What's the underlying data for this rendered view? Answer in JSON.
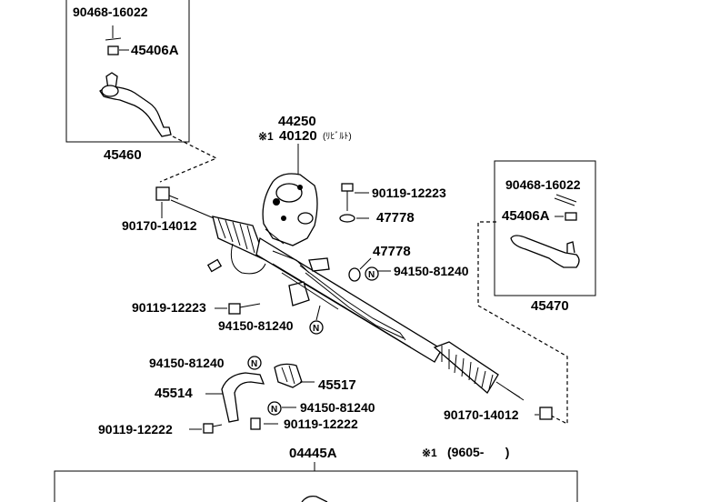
{
  "labels": {
    "tl_clip": "90468-16022",
    "tl_nut": "45406A",
    "tl_group": "45460",
    "gear_main": "44250",
    "gear_rebuilt_prefix": "※1",
    "gear_rebuilt": "40120",
    "gear_rebuilt_note": "(ﾘﾋﾞﾙﾄ)",
    "left_lock_nut": "90170-14012",
    "bolt_upper": "90119-12223",
    "washer_upper": "47778",
    "washer_mid": "47778",
    "nut_mid": "94150-81240",
    "bolt_left": "90119-12223",
    "nut_left": "94150-81240",
    "rt_clip": "90468-16022",
    "rt_nut": "45406A",
    "rt_group": "45470",
    "bracket_nut_a": "94150-81240",
    "bracket": "45514",
    "bushing": "45517",
    "bracket_nut_b": "94150-81240",
    "bolt_bottom_a": "90119-12222",
    "bolt_bottom_b": "90119-12222",
    "right_lock_nut": "90170-14012",
    "boot_kit": "04445A",
    "footnote_mark": "※1",
    "footnote_range": "(9605-      )",
    "n_mark": "N"
  },
  "icons": [
    "tie-rod-end-icon",
    "steering-gear-housing-icon",
    "bolt-icon",
    "nut-icon",
    "washer-icon",
    "bracket-icon",
    "bushing-icon",
    "bellows-boot-icon"
  ]
}
